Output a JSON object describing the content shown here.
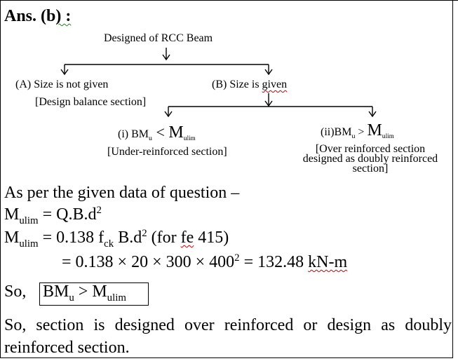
{
  "answer_label_pre": "Ans. (b",
  "answer_label_post": ") :",
  "diagram": {
    "root": "Designed of RCC Beam",
    "branch_a": "(A) Size is not given",
    "branch_a_note": "[Design balance section]",
    "branch_b_pre": "(B) Size is ",
    "branch_b_post": "given",
    "case_i_label": "(i) BM",
    "case_i_u": "u",
    "case_i_op": " < ",
    "case_i_m": "M",
    "case_i_sub": "u",
    "case_i_sub2": "lim",
    "case_i_note": "[Under-reinforced section]",
    "case_ii_label": "(ii)BM",
    "case_ii_u": "u",
    "case_ii_op": " > ",
    "case_ii_m": "M",
    "case_ii_sub": "u",
    "case_ii_sub2": "lim",
    "case_ii_note_1": "[Over reinforced section",
    "case_ii_note_2": "designed as doubly reinforced",
    "case_ii_note_3": "section]"
  },
  "lines": {
    "l1": "As per the given data of question –",
    "l2_m": "M",
    "l2_sub": "ulim",
    "l2_rest": " = Q.B.d",
    "l2_sup": "2",
    "l3_m": "M",
    "l3_sub": "ulim",
    "l3_a": " = 0.138 f",
    "l3_sub2": "ck",
    "l3_b": " B.d",
    "l3_sup": "2",
    "l3_c": " (for ",
    "l3_fe": "fe",
    "l3_d": " 415)",
    "l4_a": "= 0.138 × 20 × 300 × 400",
    "l4_sup": "2",
    "l4_b": " = 132.48 ",
    "l4_unit": "kN-m",
    "l5_so": "So,",
    "l5_bm": "BM",
    "l5_u": "u",
    "l5_op": " > M",
    "l5_sub": "ulim",
    "para": "So, section is designed over reinforced or design as doubly reinforced section."
  }
}
